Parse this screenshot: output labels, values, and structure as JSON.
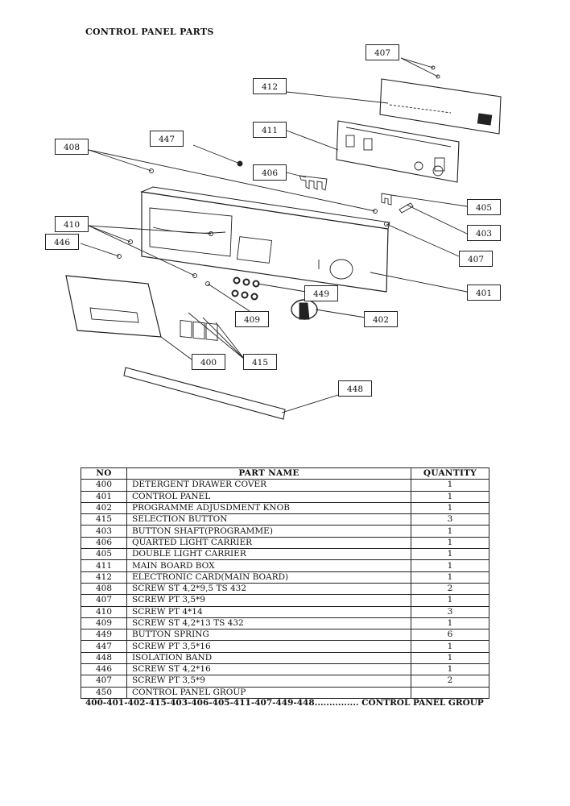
{
  "title": "CONTROL PANEL PARTS",
  "callouts": {
    "c407a": "407",
    "c412": "412",
    "c411": "411",
    "c447": "447",
    "c408": "408",
    "c406": "406",
    "c405": "405",
    "c410": "410",
    "c403": "403",
    "c446": "446",
    "c407b": "407",
    "c449": "449",
    "c401": "401",
    "c409": "409",
    "c402": "402",
    "c400": "400",
    "c415": "415",
    "c448": "448"
  },
  "table": {
    "headers": {
      "no": "NO",
      "name": "PART NAME",
      "qty": "QUANTITY"
    },
    "rows": [
      {
        "no": "400",
        "name": "DETERGENT DRAWER COVER",
        "qty": "1"
      },
      {
        "no": "401",
        "name": "CONTROL PANEL",
        "qty": "1"
      },
      {
        "no": "402",
        "name": "PROGRAMME ADJUSDMENT KNOB",
        "qty": "1"
      },
      {
        "no": "415",
        "name": "SELECTION BUTTON",
        "qty": "3"
      },
      {
        "no": "403",
        "name": "BUTTON SHAFT(PROGRAMME)",
        "qty": "1"
      },
      {
        "no": "406",
        "name": "QUARTED LIGHT CARRIER",
        "qty": "1"
      },
      {
        "no": "405",
        "name": "DOUBLE LIGHT CARRIER",
        "qty": "1"
      },
      {
        "no": "411",
        "name": "MAIN BOARD BOX",
        "qty": "1"
      },
      {
        "no": "412",
        "name": "ELECTRONIC CARD(MAIN BOARD)",
        "qty": "1"
      },
      {
        "no": "408",
        "name": "SCREW ST 4,2*9,5 TS 432",
        "qty": "2"
      },
      {
        "no": "407",
        "name": "SCREW PT 3,5*9",
        "qty": "1"
      },
      {
        "no": "410",
        "name": "SCREW PT 4*14",
        "qty": "3"
      },
      {
        "no": "409",
        "name": "SCREW ST 4,2*13 TS 432",
        "qty": "1"
      },
      {
        "no": "449",
        "name": "BUTTON SPRING",
        "qty": "6"
      },
      {
        "no": "447",
        "name": "SCREW PT 3,5*16",
        "qty": "1"
      },
      {
        "no": "448",
        "name": "ISOLATION BAND",
        "qty": "1"
      },
      {
        "no": "446",
        "name": "SCREW ST 4,2*16",
        "qty": "1"
      },
      {
        "no": "407",
        "name": "SCREW  PT 3,5*9",
        "qty": "2"
      },
      {
        "no": "450",
        "name": "CONTROL PANEL GROUP",
        "qty": ""
      }
    ]
  },
  "footer": "400-401-402-415-403-406-405-411-407-449-448............... CONTROL PANEL GROUP"
}
